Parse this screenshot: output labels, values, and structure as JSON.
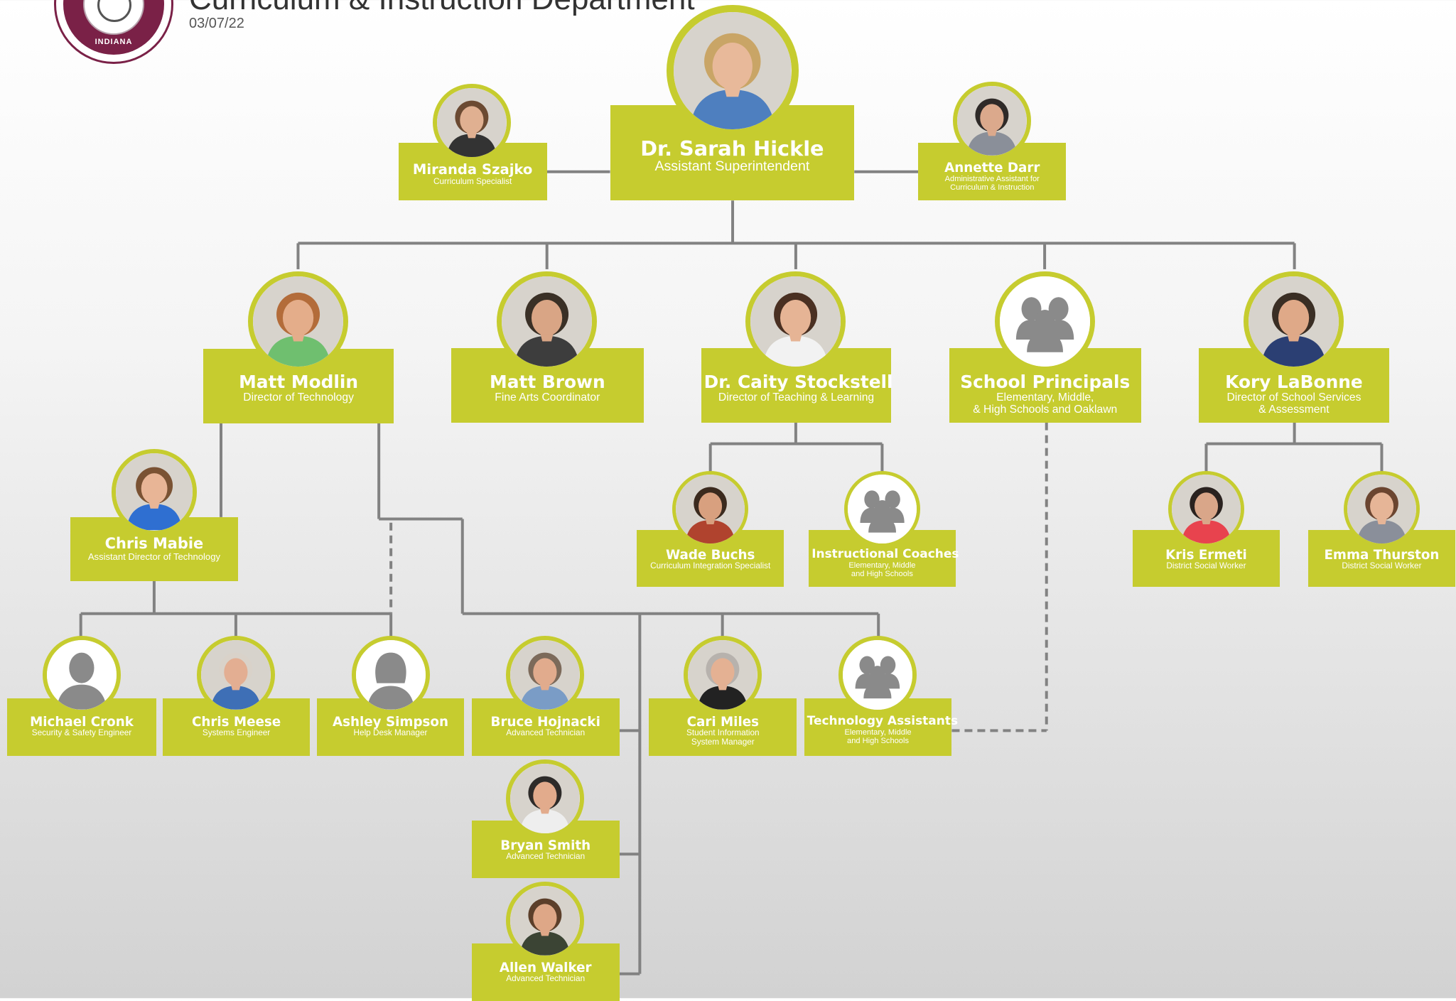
{
  "header": {
    "department": "Curriculum & Instruction Department",
    "date": "03/07/22",
    "logo_word": "INDIANA"
  },
  "colors": {
    "card": "#c6cc2f",
    "ring": "#c6cc2f",
    "line": "#828282",
    "photo_placeholder": "#ffffff",
    "silhouette": "#8a8a8a"
  },
  "nodes": [
    {
      "id": "hickle",
      "name": "Dr. Sarah Hickle",
      "role": "Assistant Superintendent",
      "icon": "person-photo-icon",
      "skin": "#e8b99a",
      "hair": "#c9a566",
      "shirt": "#4e7fbf"
    },
    {
      "id": "szajko",
      "name": "Miranda Szajko",
      "role": "Curriculum Specialist",
      "icon": "person-photo-icon",
      "skin": "#e0b091",
      "hair": "#6b4a32",
      "shirt": "#333333"
    },
    {
      "id": "darr",
      "name": "Annette Darr",
      "role": "Administrative Assistant for\nCurriculum & Instruction",
      "icon": "person-photo-icon",
      "skin": "#dba98c",
      "hair": "#2f2a28",
      "shirt": "#8a8f99"
    },
    {
      "id": "modlin",
      "name": "Matt Modlin",
      "role": "Director of Technology",
      "icon": "person-photo-icon",
      "skin": "#e4ad8a",
      "hair": "#b36c3a",
      "shirt": "#6fbf6f"
    },
    {
      "id": "brown",
      "name": "Matt Brown",
      "role": "Fine Arts Coordinator",
      "icon": "person-photo-icon",
      "skin": "#d9a585",
      "hair": "#3a3026",
      "shirt": "#3d3d3d"
    },
    {
      "id": "stockstell",
      "name": "Dr. Caity Stockstell",
      "role": "Director of Teaching & Learning",
      "icon": "person-photo-icon",
      "skin": "#e6b495",
      "hair": "#4a3022",
      "shirt": "#f2f2f2"
    },
    {
      "id": "principals",
      "name": "School Principals",
      "role": "Elementary, Middle,\n& High Schools and Oaklawn",
      "icon": "group-silhouette-icon"
    },
    {
      "id": "labonne",
      "name": "Kory LaBonne",
      "role": "Director of School Services\n& Assessment",
      "icon": "person-photo-icon",
      "skin": "#dfa988",
      "hair": "#3a2e24",
      "shirt": "#2b3f73"
    },
    {
      "id": "mabie",
      "name": "Chris Mabie",
      "role": "Assistant Director of Technology",
      "icon": "person-photo-icon",
      "skin": "#e8b596",
      "hair": "#7a5233",
      "shirt": "#2f6fd1"
    },
    {
      "id": "buchs",
      "name": "Wade Buchs",
      "role": "Curriculum Integration Specialist",
      "icon": "person-photo-icon",
      "skin": "#d8a07f",
      "hair": "#3b2a1e",
      "shirt": "#b0432e"
    },
    {
      "id": "coaches",
      "name": "Instructional Coaches",
      "role": "Elementary, Middle\nand High Schools",
      "icon": "group-silhouette-icon"
    },
    {
      "id": "ermeti",
      "name": "Kris Ermeti",
      "role": "District Social Worker",
      "icon": "person-photo-icon",
      "skin": "#d9a689",
      "hair": "#2a221f",
      "shirt": "#e8434e"
    },
    {
      "id": "thurston",
      "name": "Emma Thurston",
      "role": "District Social Worker",
      "icon": "person-photo-icon",
      "skin": "#e6b597",
      "hair": "#6b4530",
      "shirt": "#8a8f9a"
    },
    {
      "id": "cronk",
      "name": "Michael Cronk",
      "role": "Security & Safety Engineer",
      "icon": "male-silhouette-icon"
    },
    {
      "id": "meese",
      "name": "Chris Meese",
      "role": "Systems Engineer",
      "icon": "person-photo-icon",
      "skin": "#e3ae92",
      "hair": "#d9d2c9",
      "shirt": "#3e6fb6"
    },
    {
      "id": "simpson",
      "name": "Ashley Simpson",
      "role": "Help Desk Manager",
      "icon": "female-silhouette-icon"
    },
    {
      "id": "hojnacki",
      "name": "Bruce Hojnacki",
      "role": "Advanced Technician",
      "icon": "person-photo-icon",
      "skin": "#e1ab8d",
      "hair": "#7c6a5a",
      "shirt": "#7a9cc6"
    },
    {
      "id": "miles",
      "name": "Cari Miles",
      "role": "Student Information\nSystem Manager",
      "icon": "person-photo-icon",
      "skin": "#e4b193",
      "hair": "#b7b2ad",
      "shirt": "#222222"
    },
    {
      "id": "techassist",
      "name": "Technology Assistants",
      "role": "Elementary, Middle\nand High Schools",
      "icon": "group-silhouette-icon"
    },
    {
      "id": "smith",
      "name": "Bryan Smith",
      "role": "Advanced Technician",
      "icon": "person-photo-icon",
      "skin": "#e2ab8c",
      "hair": "#2e2b29",
      "shirt": "#eeeeee"
    },
    {
      "id": "walker",
      "name": "Allen Walker",
      "role": "Advanced Technician",
      "icon": "person-photo-icon",
      "skin": "#dea787",
      "hair": "#5c3f2a",
      "shirt": "#3b4434"
    }
  ]
}
